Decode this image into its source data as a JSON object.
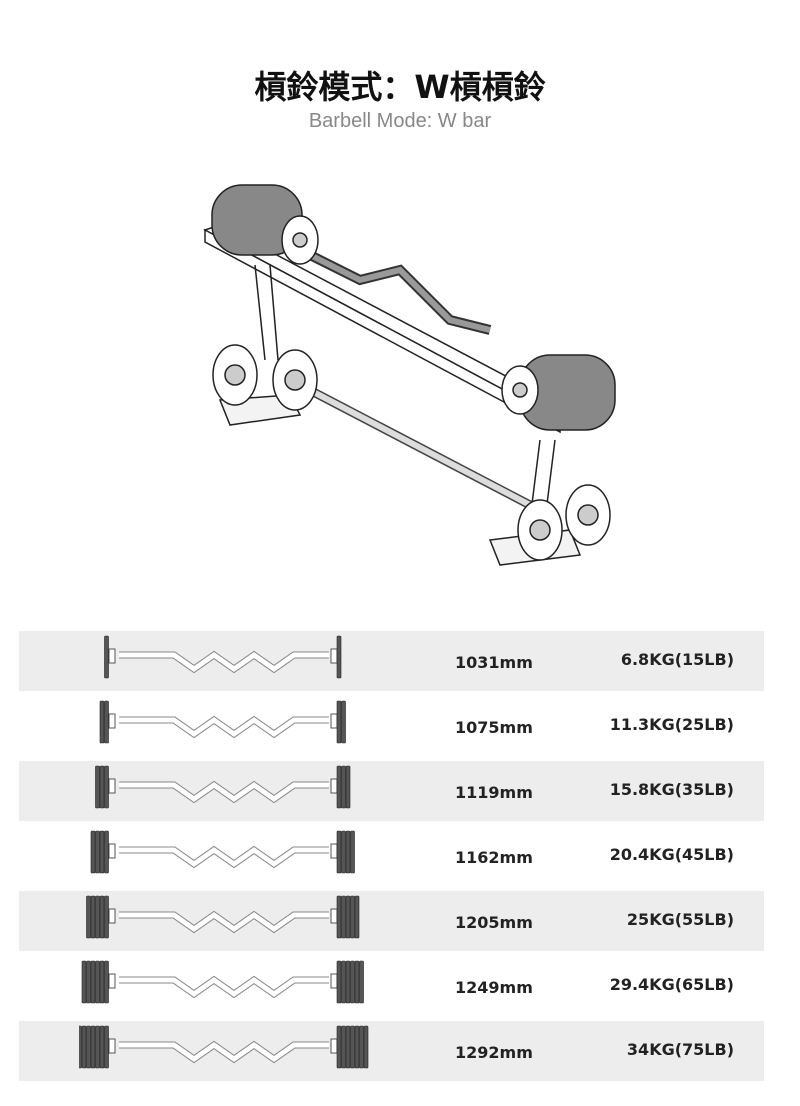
{
  "header": {
    "title": "槓鈴模式：W槓槓鈴",
    "subtitle": "Barbell Mode: W bar"
  },
  "rows": [
    {
      "length": "1031mm",
      "weight": "6.8KG(15LB)",
      "plates_per_side": 1
    },
    {
      "length": "1075mm",
      "weight": "11.3KG(25LB)",
      "plates_per_side": 2
    },
    {
      "length": "1119mm",
      "weight": "15.8KG(35LB)",
      "plates_per_side": 3
    },
    {
      "length": "1162mm",
      "weight": "20.4KG(45LB)",
      "plates_per_side": 4
    },
    {
      "length": "1205mm",
      "weight": "25KG(55LB)",
      "plates_per_side": 5
    },
    {
      "length": "1249mm",
      "weight": "29.4KG(65LB)",
      "plates_per_side": 6
    },
    {
      "length": "1292mm",
      "weight": "34KG(75LB)",
      "plates_per_side": 7
    }
  ]
}
